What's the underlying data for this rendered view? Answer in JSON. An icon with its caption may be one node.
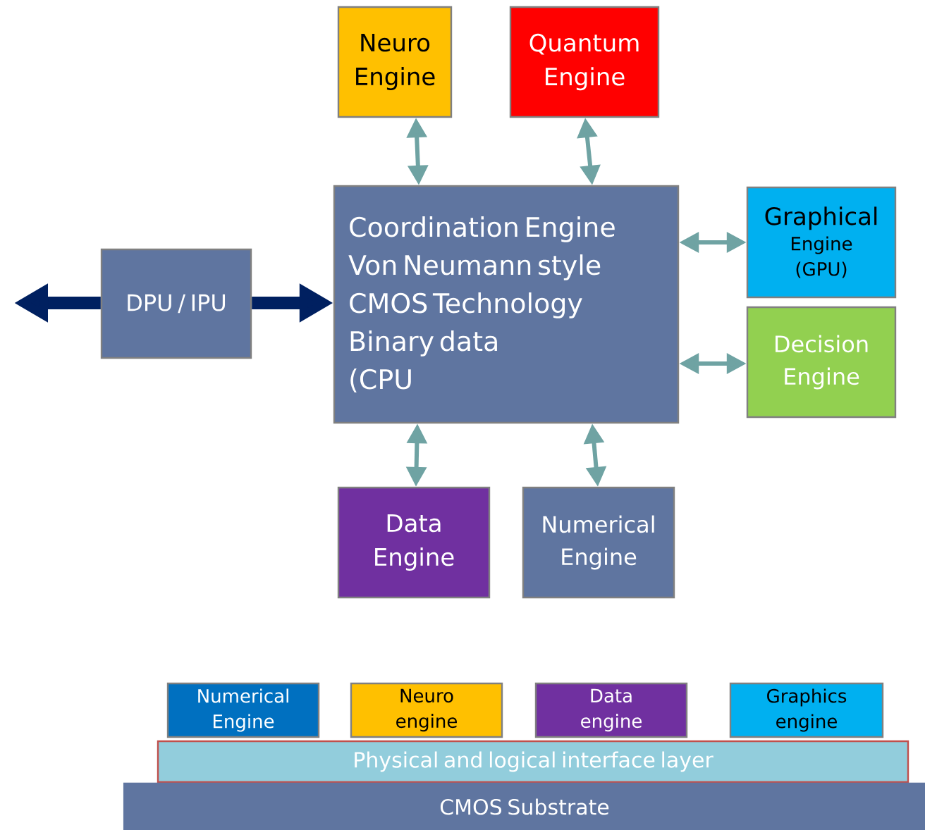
{
  "diagram": {
    "nodes": [
      {
        "text": [
          "Neuro Engine"
        ]
      },
      {
        "text": [
          "Quantum Engine"
        ]
      },
      {
        "text": [
          "Coordination Engine",
          "Von Neumann style",
          "CMOS Technology",
          "Binary data",
          "(CPU"
        ]
      },
      {
        "text": [
          "DPU / IPU"
        ]
      },
      {
        "text": [
          "Graphical",
          "Engine (GPU)"
        ]
      },
      {
        "text": [
          "Decision Engine"
        ]
      },
      {
        "text": [
          "Data Engine"
        ]
      },
      {
        "text": [
          "Numerical Engine"
        ]
      },
      {
        "text": [
          "Numerical Engine"
        ]
      },
      {
        "text": [
          "Neuro engine"
        ]
      },
      {
        "text": [
          "Data engine"
        ]
      },
      {
        "text": [
          "Graphics engine"
        ]
      },
      {
        "text": [
          "Physical and logical interface layer"
        ]
      },
      {
        "text": [
          "CMOS Substrate"
        ]
      }
    ],
    "edges": [
      {
        "from": 0,
        "to": 2,
        "arrow": "both"
      },
      {
        "from": 1,
        "to": 2,
        "arrow": "both"
      },
      {
        "from": 2,
        "to": 4,
        "arrow": "both"
      },
      {
        "from": 2,
        "to": 5,
        "arrow": "both"
      },
      {
        "from": 2,
        "to": 6,
        "arrow": "both"
      },
      {
        "from": 2,
        "to": 7,
        "arrow": "both"
      },
      {
        "from": 3,
        "to": null,
        "arrow": "to",
        "style": "thick",
        "color": "#002060"
      },
      {
        "from": 3,
        "to": 2,
        "arrow": "to",
        "style": "thick",
        "color": "#002060"
      }
    ]
  }
}
